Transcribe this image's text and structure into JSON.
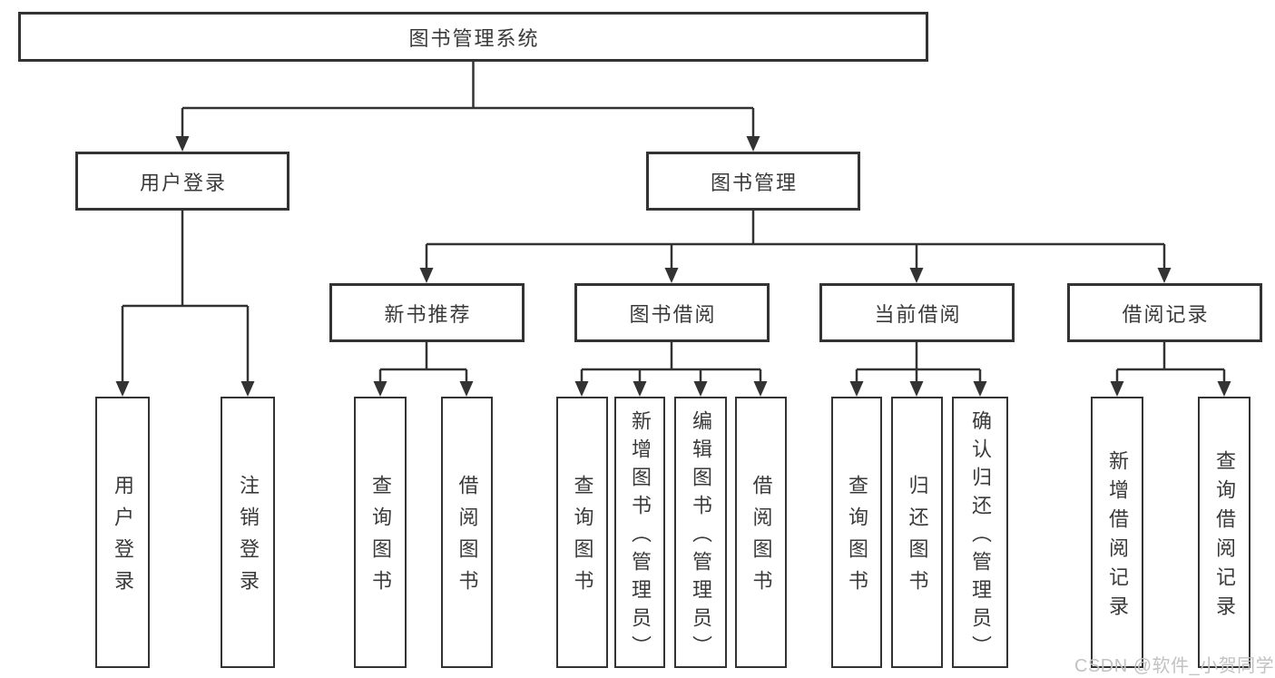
{
  "diagram": {
    "root": {
      "label": "图书管理系统",
      "children": [
        {
          "label": "用户登录",
          "children": [
            {
              "label": "用户登录"
            },
            {
              "label": "注销登录"
            }
          ]
        },
        {
          "label": "图书管理",
          "children": [
            {
              "label": "新书推荐",
              "children": [
                {
                  "label": "查询图书"
                },
                {
                  "label": "借阅图书"
                }
              ]
            },
            {
              "label": "图书借阅",
              "children": [
                {
                  "label": "查询图书"
                },
                {
                  "label": "新增图书（管理员）"
                },
                {
                  "label": "编辑图书（管理员）"
                },
                {
                  "label": "借阅图书"
                }
              ]
            },
            {
              "label": "当前借阅",
              "children": [
                {
                  "label": "查询图书"
                },
                {
                  "label": "归还图书"
                },
                {
                  "label": "确认归还（管理员）"
                }
              ]
            },
            {
              "label": "借阅记录",
              "children": [
                {
                  "label": "新增借阅记录"
                },
                {
                  "label": "查询借阅记录"
                }
              ]
            }
          ]
        }
      ]
    }
  },
  "colors": {
    "line": "#333333",
    "text": "#3a3a3a",
    "watermark": "#c2c2c2",
    "background": "#ffffff"
  },
  "watermark": {
    "text": "CSDN @软件_小贺同学"
  }
}
